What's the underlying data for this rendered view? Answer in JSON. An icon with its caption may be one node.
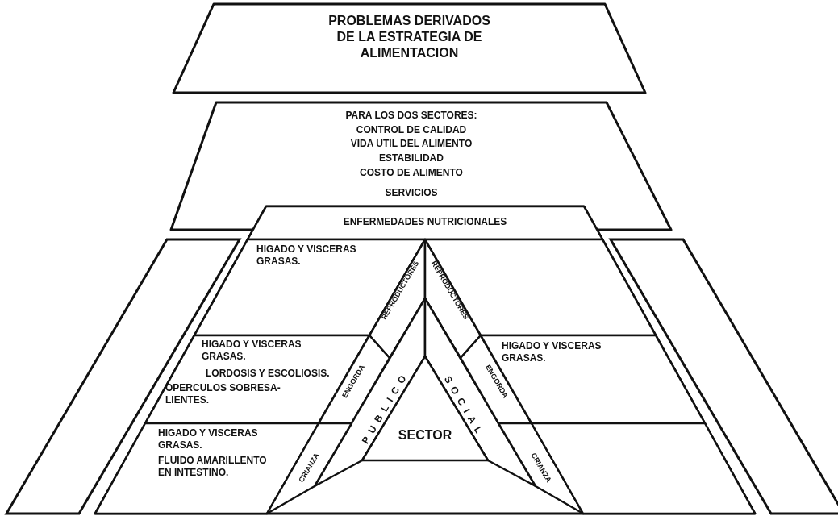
{
  "diagram": {
    "nodes": [
      {
        "text": [
          "PROBLEMAS DERIVADOS DE LA ESTRATEGIA DE ALIMENTACION"
        ]
      },
      {
        "text": [
          "PARA LOS DOS SECTORES:",
          "CONTROL DE CALIDAD",
          "VIDA UTIL DEL ALIMENTO",
          "ESTABILIDAD",
          "COSTO DE ALIMENTO",
          "SERVICIOS"
        ]
      },
      {
        "text": [],
        "shape": "parallelogram"
      },
      {
        "text": [],
        "shape": "trapezoid"
      },
      {
        "text": [],
        "shape": "parallelogram"
      },
      {
        "text": [
          "ENFERMEDADES NUTRICIONALES"
        ],
        "in": 3
      },
      {
        "text": [
          "HIGADO Y VISCERAS GRASAS."
        ],
        "in": 3
      },
      {
        "text": [
          "REPRODUCTORES"
        ],
        "in": 3
      },
      {
        "text": [
          "REPRODUCTORES"
        ],
        "in": 3
      },
      {
        "text": [],
        "shape": "trapezoid",
        "in": 3
      },
      {
        "text": [
          "HIGADO Y VISCERAS GRASAS.",
          "LORDOSIS Y ESCOLIOSIS.",
          "OPERCULOS SOBRESA- LIENTES."
        ],
        "in": 3
      },
      {
        "text": [
          "ENGORDA"
        ],
        "in": 3
      },
      {
        "text": [
          "PUBLICO"
        ],
        "in": 3
      },
      {
        "text": [
          "SOCIAL"
        ],
        "in": 3
      },
      {
        "text": [
          "ENGORDA"
        ],
        "in": 3
      },
      {
        "text": [
          "HIGADO Y VISCERAS GRASAS."
        ],
        "in": 3
      },
      {
        "text": [
          "HIGADO Y VISCERAS GRASAS.",
          "FLUIDO AMARILLENTO EN INTESTINO."
        ],
        "in": 3
      },
      {
        "text": [
          "CRIANZA"
        ],
        "in": 3
      },
      {
        "text": [
          "SECTOR"
        ],
        "in": 3
      },
      {
        "text": [
          "CRIANZA"
        ],
        "in": 3
      },
      {
        "text": [],
        "shape": "trapezoid",
        "in": 3
      }
    ]
  }
}
